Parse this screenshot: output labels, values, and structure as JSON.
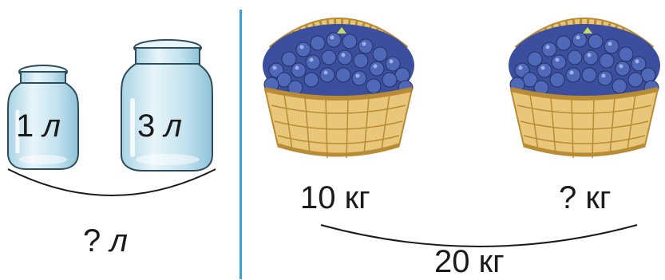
{
  "left_problem": {
    "small_jar_label": "1 л",
    "big_jar_label": "3 л",
    "total_label": "? л"
  },
  "right_problem": {
    "basket1_label": "10 кг",
    "basket2_label": "? кг",
    "total_label": "20 кг"
  },
  "colors": {
    "divider": "#3aa3dc",
    "jar_glass": "#cfe7f2",
    "jar_outline": "#2d4d5c",
    "basket": "#e9c77a",
    "basket_dark": "#b98b34",
    "grapes": "#3b4f9e",
    "grapes_light": "#7f93d6"
  },
  "icons": [
    "jar-1l-icon",
    "jar-3l-icon",
    "grape-basket-icon",
    "grape-basket-icon"
  ]
}
